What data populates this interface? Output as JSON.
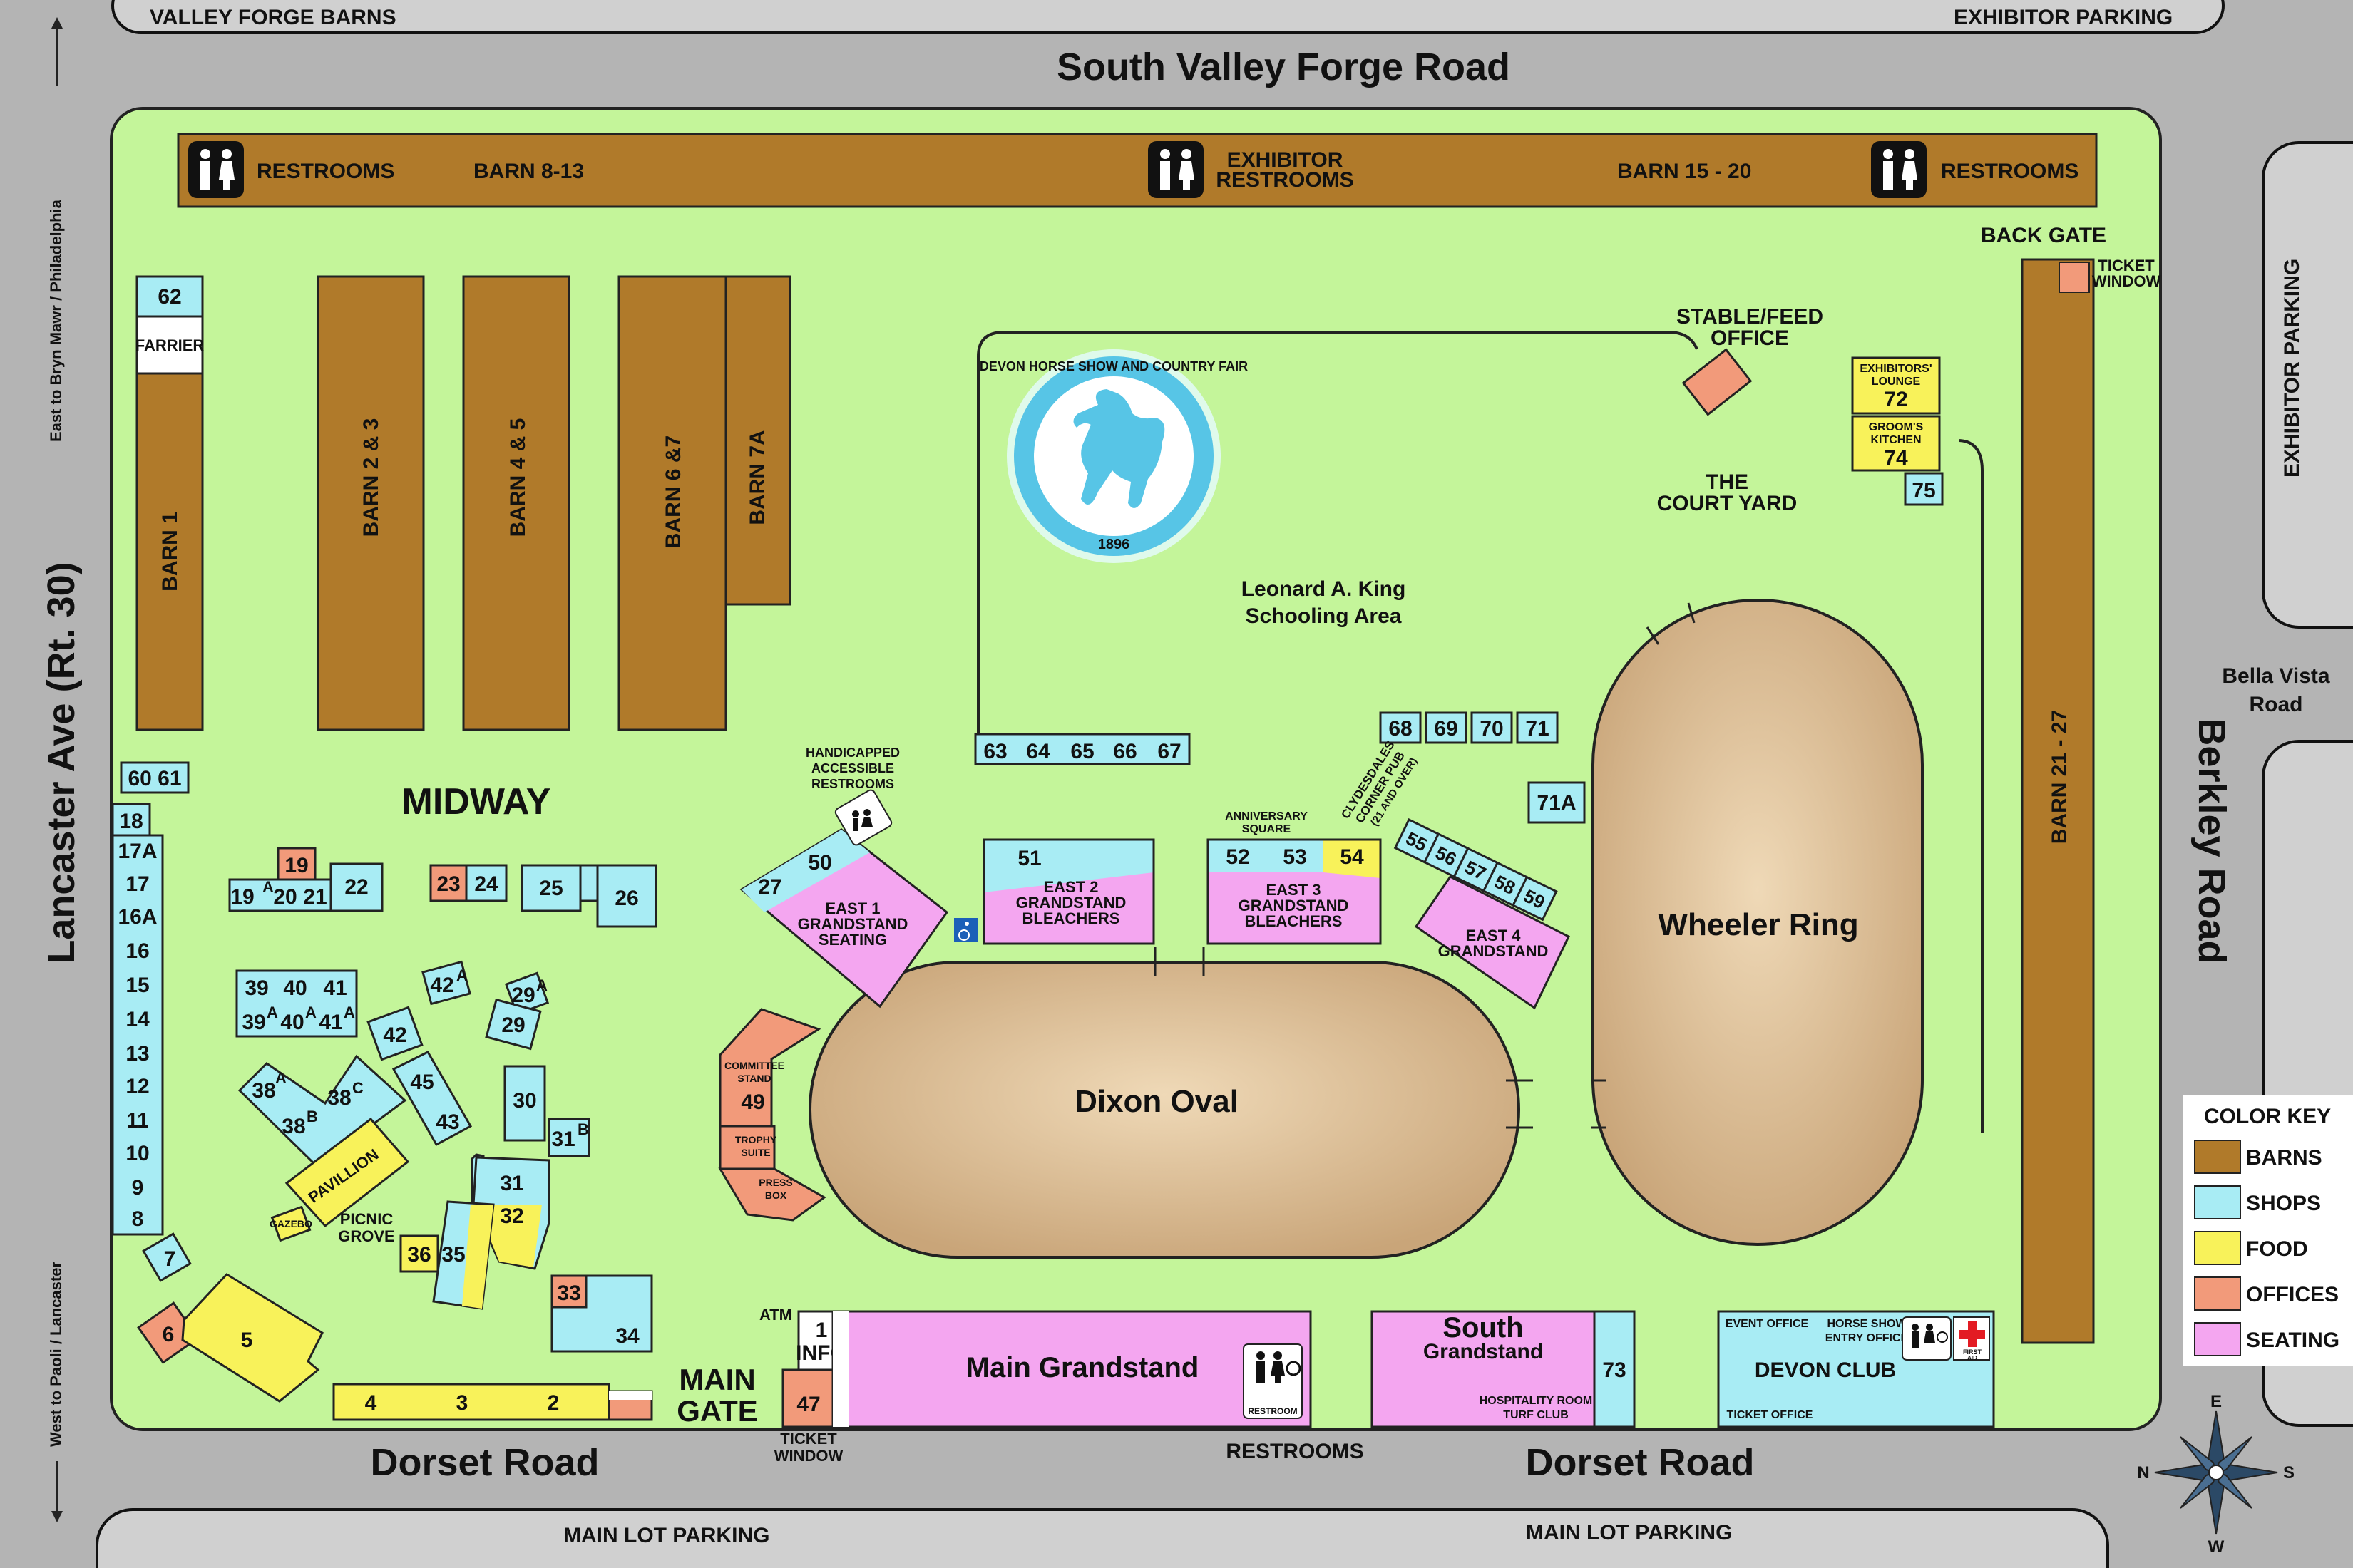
{
  "roads": {
    "north": "South Valley Forge Road",
    "west": "Lancaster Ave (Rt. 30)",
    "east": "Berkley Road",
    "south_west": "Dorset Road",
    "south_east": "Dorset Road",
    "bella_vista": [
      "Bella Vista",
      "Road"
    ],
    "west_north_dir": "East to Bryn Mawr / Philadelphia",
    "west_south_dir": "West to Paoli / Lancaster"
  },
  "parking": {
    "valley_forge_barns": "VALLEY FORGE  BARNS",
    "exhibitor_top": "EXHIBITOR PARKING",
    "exhibitor_right": "EXHIBITOR PARKING",
    "main_lot_left": "MAIN LOT PARKING",
    "main_lot_right": "MAIN LOT PARKING"
  },
  "top_barn": {
    "restrooms_left": "RESTROOMS",
    "barn_8_13": "BARN 8-13",
    "exhibitor_restrooms": [
      "EXHIBITOR",
      "RESTROOMS"
    ],
    "barn_15_20": "BARN 15 - 20",
    "restrooms_right": "RESTROOMS"
  },
  "barns": {
    "barn1": "BARN 1",
    "barn23": "BARN 2 & 3",
    "barn45": "BARN 4 & 5",
    "barn67": "BARN 6 &7",
    "barn7a": "BARN 7A",
    "barn2127": "BARN 21 - 27"
  },
  "labels": {
    "farrier": "FARRIER",
    "midway": "MIDWAY",
    "back_gate": "BACK GATE",
    "ticket_window_top": [
      "TICKET",
      "WINDOW"
    ],
    "stable_feed_office": [
      "STABLE/FEED",
      "OFFICE"
    ],
    "court_yard": [
      "THE",
      "COURT YARD"
    ],
    "schooling": [
      "Leonard A. King",
      "Schooling Area"
    ],
    "exhibitors_lounge": [
      "EXHIBITORS'",
      "LOUNGE"
    ],
    "grooms_kitchen": [
      "GROOM'S",
      "KITCHEN"
    ],
    "handicapped_restrooms": [
      "HANDICAPPED",
      "ACCESSIBLE",
      "RESTROOMS"
    ],
    "anniversary_square": [
      "ANNIVERSARY",
      "SQUARE"
    ],
    "clydesdales": [
      "CLYDESDALES",
      "CORNER PUB",
      "(21 AND OVER)"
    ],
    "east1": [
      "EAST 1",
      "GRANDSTAND",
      "SEATING"
    ],
    "east2": [
      "EAST 2",
      "GRANDSTAND",
      "BLEACHERS"
    ],
    "east3": [
      "EAST 3",
      "GRANDSTAND",
      "BLEACHERS"
    ],
    "east4": [
      "EAST 4",
      "GRANDSTAND"
    ],
    "dixon_oval": "Dixon Oval",
    "wheeler_ring": "Wheeler Ring",
    "committee_stand": [
      "COMMITTEE",
      "STAND"
    ],
    "trophy_suite": [
      "TROPHY",
      "SUITE"
    ],
    "press_box": [
      "PRESS",
      "BOX"
    ],
    "pavillion": "PAVILLION",
    "gazebo": "GAZEBO",
    "picnic_grove": [
      "PICNIC",
      "GROVE"
    ],
    "main_gate": [
      "MAIN",
      "GATE"
    ],
    "atm": "ATM",
    "info": "INFO",
    "ticket_window_bottom": [
      "TICKET",
      "WINDOW"
    ],
    "main_grandstand": "Main Grandstand",
    "restroom_small": "RESTROOM",
    "restrooms_bottom": "RESTROOMS",
    "south_grandstand": [
      "South",
      "Grandstand"
    ],
    "hospitality": [
      "HOSPITALITY ROOM",
      "TURF CLUB"
    ],
    "devon_club": "DEVON CLUB",
    "event_office": "EVENT OFFICE",
    "horse_show_entry": [
      "HORSE SHOW",
      "ENTRY OFFICE"
    ],
    "ticket_office": "TICKET OFFICE",
    "first_aid": [
      "FIRST",
      "AID"
    ],
    "logo_text": "DEVON HORSE SHOW AND COUNTRY FAIR",
    "logo_year": "1896"
  },
  "numbers": {
    "n62": "62",
    "n6061": "60 61",
    "n18": "18",
    "n17a": "17A",
    "n17": "17",
    "n16a": "16A",
    "n16": "16",
    "n15": "15",
    "n14": "14",
    "n13": "13",
    "n12": "12",
    "n11": "11",
    "n10": "10",
    "n9": "9",
    "n8": "8",
    "n7": "7",
    "n6": "6",
    "n5": "5",
    "n4": "4",
    "n3": "3",
    "n2": "2",
    "n19": "19",
    "n19a": "19",
    "n20": "20",
    "n21": "21",
    "n22": "22",
    "n23": "23",
    "n24": "24",
    "n25": "25",
    "n26": "26",
    "n39": "39",
    "n40": "40",
    "n41": "41",
    "n39a": "39",
    "n40a": "40",
    "n41a": "41",
    "n42a": "42",
    "n42": "42",
    "n29a": "29",
    "n29": "29",
    "n38a": "38",
    "n38b": "38",
    "n38c": "38",
    "n45": "45",
    "n43": "43",
    "n30": "30",
    "n31b": "31",
    "n31": "31",
    "n32": "32",
    "n33": "33",
    "n34": "34",
    "n35": "35",
    "n36": "36",
    "n27": "27",
    "n50": "50",
    "n51": "51",
    "n52": "52",
    "n53": "53",
    "n54": "54",
    "n55": "55",
    "n56": "56",
    "n57": "57",
    "n58": "58",
    "n59": "59",
    "n63": "63",
    "n64": "64",
    "n65": "65",
    "n66": "66",
    "n67": "67",
    "n68": "68",
    "n69": "69",
    "n70": "70",
    "n71": "71",
    "n71a": "71A",
    "n72": "72",
    "n74": "74",
    "n75": "75",
    "n73": "73",
    "n49": "49",
    "n47": "47",
    "n1": "1",
    "sup_a": "A",
    "sup_b": "B",
    "sup_c": "C"
  },
  "color_key": {
    "title": "COLOR KEY",
    "items": [
      {
        "label": "BARNS",
        "color": "#b07a2a"
      },
      {
        "label": "SHOPS",
        "color": "#a8ecf4"
      },
      {
        "label": "FOOD",
        "color": "#f8f25a"
      },
      {
        "label": "OFFICES",
        "color": "#f29a7a"
      },
      {
        "label": "SEATING",
        "color": "#f4a6f0"
      }
    ]
  },
  "compass": {
    "n": "N",
    "e": "E",
    "s": "S",
    "w": "W"
  },
  "colors": {
    "grass": "#c4f59a",
    "barn": "#b07a2a",
    "shop": "#a8ecf4",
    "food": "#f8f25a",
    "office": "#f29a7a",
    "seating": "#f4a6f0",
    "ring": "#d2b48c"
  }
}
